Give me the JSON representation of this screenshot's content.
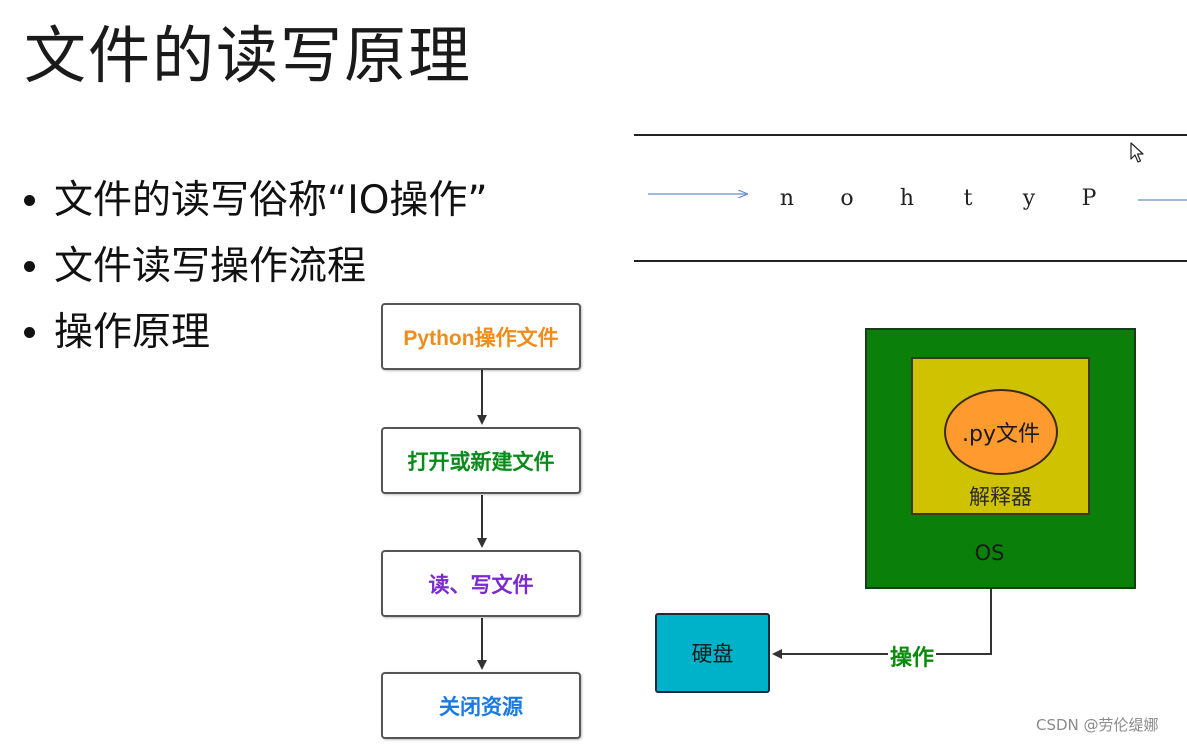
{
  "title": "文件的读写原理",
  "bullets": [
    "文件的读写俗称“IO操作”",
    "文件读写操作流程",
    "操作原理"
  ],
  "flow_steps": [
    {
      "label": "Python操作文件",
      "color": "#f08c1a"
    },
    {
      "label": "打开或新建文件",
      "color": "#0a8a1a"
    },
    {
      "label": "读、写文件",
      "color": "#7a2ad0"
    },
    {
      "label": "关闭资源",
      "color": "#1a7ae0"
    }
  ],
  "stream_letters": [
    "n",
    "o",
    "h",
    "t",
    "y",
    "P"
  ],
  "architecture": {
    "py_file": ".py文件",
    "interpreter": "解释器",
    "os": "OS",
    "disk": "硬盘",
    "operation": "操作"
  },
  "colors": {
    "os_green": "#0a800a",
    "interpreter_yellow": "#cfc200",
    "pyfile_orange": "#ff9a2e",
    "disk_cyan": "#00b2c9",
    "stream_arrow_blue": "#6a8fd0"
  },
  "icons": {
    "cursor": "mouse-pointer-icon"
  },
  "watermark": "CSDN @劳伦缇娜"
}
